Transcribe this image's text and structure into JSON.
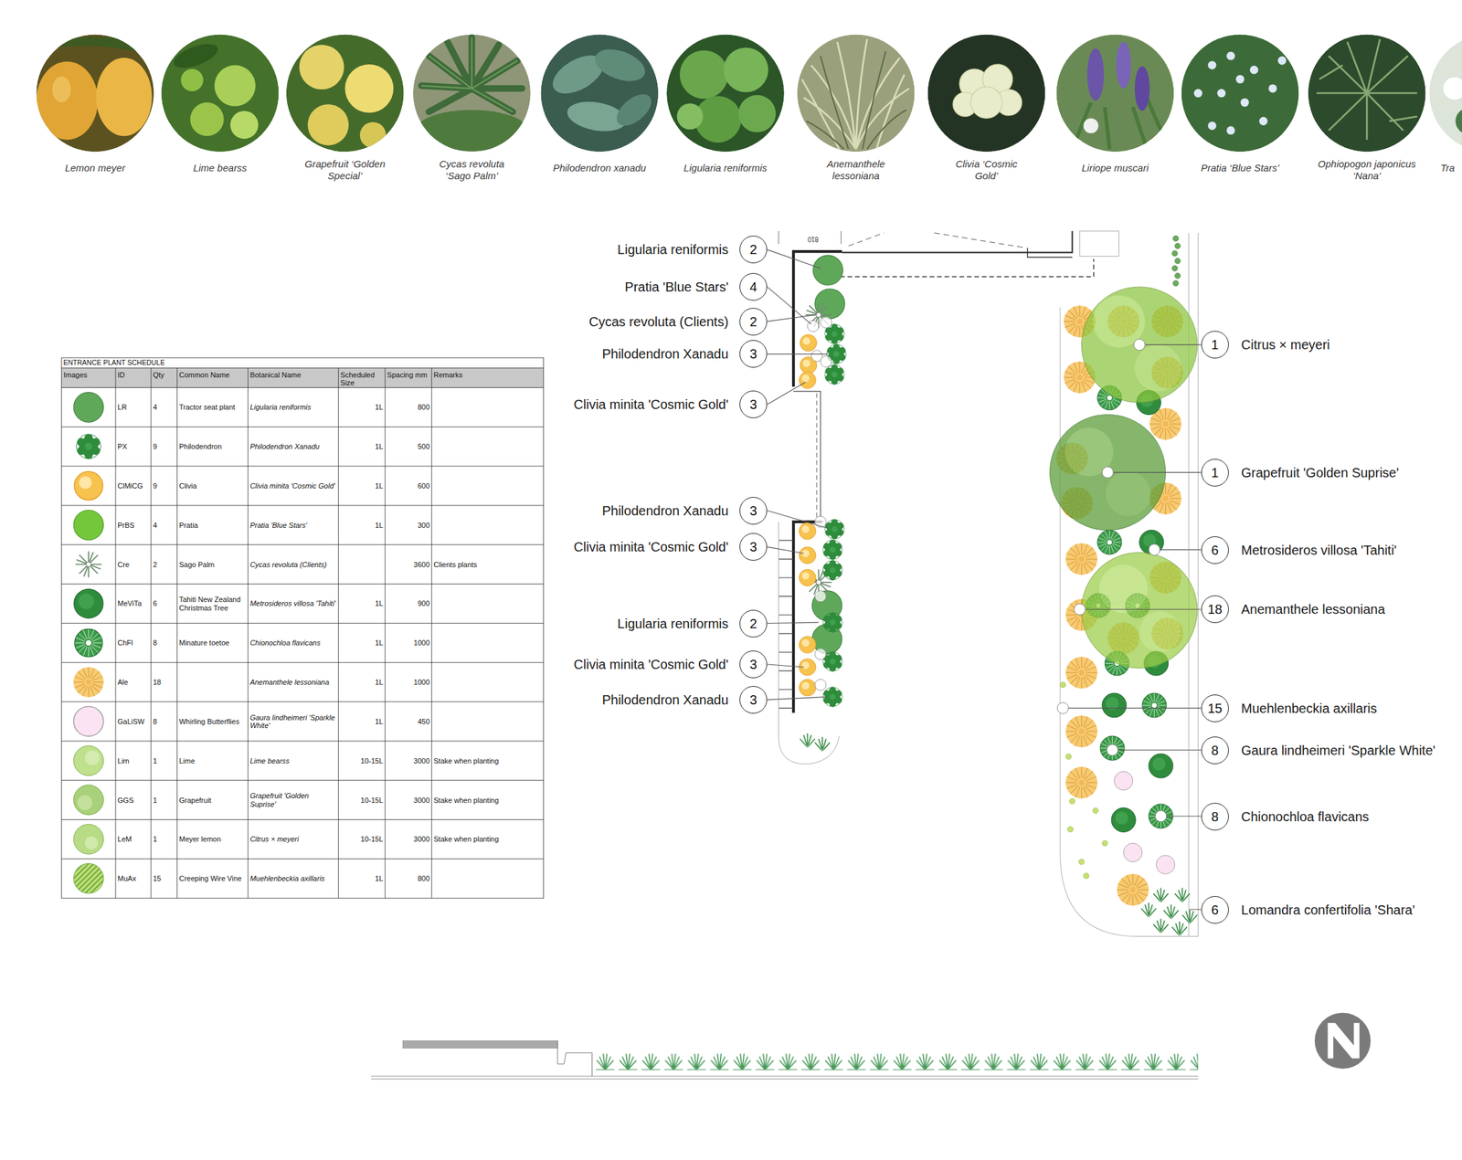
{
  "diagram": {
    "nodes": [
      {
        "text": [
          "Ligularia reniformis",
          "2"
        ]
      },
      {
        "text": [
          "Pratia 'Blue Stars'",
          "4"
        ]
      },
      {
        "text": [
          "Cycas revoluta (Clients)",
          "2"
        ]
      },
      {
        "text": [
          "Philodendron Xanadu",
          "3"
        ]
      },
      {
        "text": [
          "Clivia minita 'Cosmic Gold'",
          "3"
        ]
      },
      {
        "text": [
          "Philodendron Xanadu",
          "3"
        ]
      },
      {
        "text": [
          "Clivia minita 'Cosmic Gold'",
          "3"
        ]
      },
      {
        "text": [
          "Ligularia reniformis",
          "2"
        ]
      },
      {
        "text": [
          "Clivia minita 'Cosmic Gold'",
          "3"
        ]
      },
      {
        "text": [
          "Philodendron Xanadu",
          "3"
        ]
      },
      {
        "text": [
          "1",
          "Citrus × meyeri"
        ]
      },
      {
        "text": [
          "1",
          "Grapefruit 'Golden Suprise'"
        ]
      },
      {
        "text": [
          "6",
          "Metrosideros villosa 'Tahiti'"
        ]
      },
      {
        "text": [
          "18",
          "Anemanthele lessoniana"
        ]
      },
      {
        "text": [
          "15",
          "Muehlenbeckia axillaris"
        ]
      },
      {
        "text": [
          "8",
          "Gaura lindheimeri 'Sparkle White'"
        ]
      },
      {
        "text": [
          "8",
          "Chionochloa flavicans"
        ]
      },
      {
        "text": [
          "6",
          "Lomandra confertifolia 'Shara'"
        ]
      }
    ],
    "labels": [
      "Lemon meyer",
      "Lime bearss",
      "Grapefruit ‘Golden Special’",
      "Cycas revoluta ‘Sago Palm’",
      "Philodendron xanadu",
      "Ligularia reniformis",
      "Anemanthele lessoniana",
      "Clivia ‘Cosmic Gold’",
      "Liriope muscari",
      "Pratia ‘Blue Stars’",
      "Ophiopogon japonicus ‘Nana’",
      "Tra",
      "810",
      "ENTRANCE PLANT SCHEDULE",
      "Images",
      "ID",
      "Qty",
      "Common Name",
      "Botanical Name",
      "Scheduled Size",
      "Spacing mm",
      "Remarks",
      "LR",
      "4",
      "Tractor seat plant",
      "Ligularia reniformis",
      "1L",
      "800",
      "PX",
      "9",
      "Philodendron",
      "Philodendron Xanadu",
      "1L",
      "500",
      "ClMiCG",
      "9",
      "Clivia",
      "Clivia minita 'Cosmic Gold'",
      "1L",
      "600",
      "PrBS",
      "4",
      "Pratia",
      "Pratia 'Blue Stars'",
      "1L",
      "300",
      "Cre",
      "2",
      "Sago Palm",
      "Cycas revoluta (Clients)",
      "3600",
      "Clients plants",
      "MeViTa",
      "6",
      "Tahiti New Zealand Christmas Tree",
      "Metrosideros villosa 'Tahiti'",
      "1L",
      "900",
      "ChFl",
      "8",
      "Minature toetoe",
      "Chionochloa flavicans",
      "1L",
      "1000",
      "Ale",
      "18",
      "Anemanthele lessoniana",
      "1L",
      "1000",
      "GaLiSW",
      "8",
      "Whirling Butterflies",
      "Gaura lindheimeri 'Sparkle White'",
      "1L",
      "450",
      "Lim",
      "1",
      "Lime",
      "Lime bearss",
      "10-15L",
      "3000",
      "Stake when planting",
      "GGS",
      "1",
      "Grapefruit",
      "Grapefruit 'Golden Suprise'",
      "10-15L",
      "3000",
      "Stake when planting",
      "LeM",
      "1",
      "Meyer lemon",
      "Citrus × meyeri",
      "10-15L",
      "3000",
      "Stake when planting",
      "MuAx",
      "15",
      "Creeping Wire Vine",
      "Muehlenbeckia axillaris",
      "1L",
      "800"
    ]
  }
}
